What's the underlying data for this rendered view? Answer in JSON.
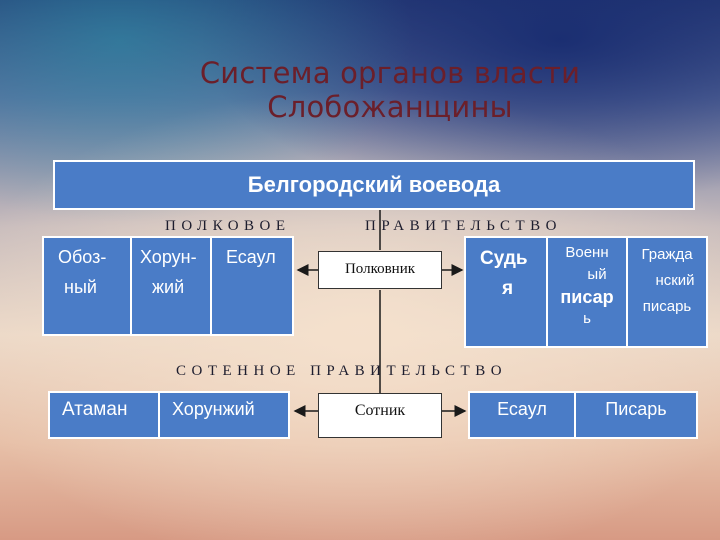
{
  "title": {
    "line1": "Система органов власти",
    "line2": "Слобожанщины"
  },
  "voevoda": "Белгородский воевода",
  "regimental": {
    "left_label": "ПОЛКОВОЕ",
    "right_label": "ПРАВИТЕЛЬСТВО",
    "colonel": "Полковник",
    "left_cells": [
      {
        "l1": "Обоз-",
        "l2": "ный"
      },
      {
        "l1": "Хорун-",
        "l2": "жий"
      },
      {
        "l1": "Есаул",
        "l2": ""
      }
    ],
    "right_cells": [
      {
        "l1": "Судь",
        "l2": "я"
      },
      {
        "l1": "Военн",
        "l2": "ый",
        "l3": "писар",
        "l4": "ь"
      },
      {
        "l1": "Гражда",
        "l2": "нский",
        "l3": "писарь"
      }
    ]
  },
  "hundred": {
    "label": "СОТЕННОЕ ПРАВИТЕЛЬСТВО",
    "sotnik": "Сотник",
    "left_cells": [
      "Атаман",
      "Хорунжий"
    ],
    "right_cells": [
      "Есаул",
      "Писарь"
    ]
  },
  "colors": {
    "box_fill": "#4a7cc7",
    "title": "#6b1f2a",
    "text_white": "#ffffff"
  }
}
